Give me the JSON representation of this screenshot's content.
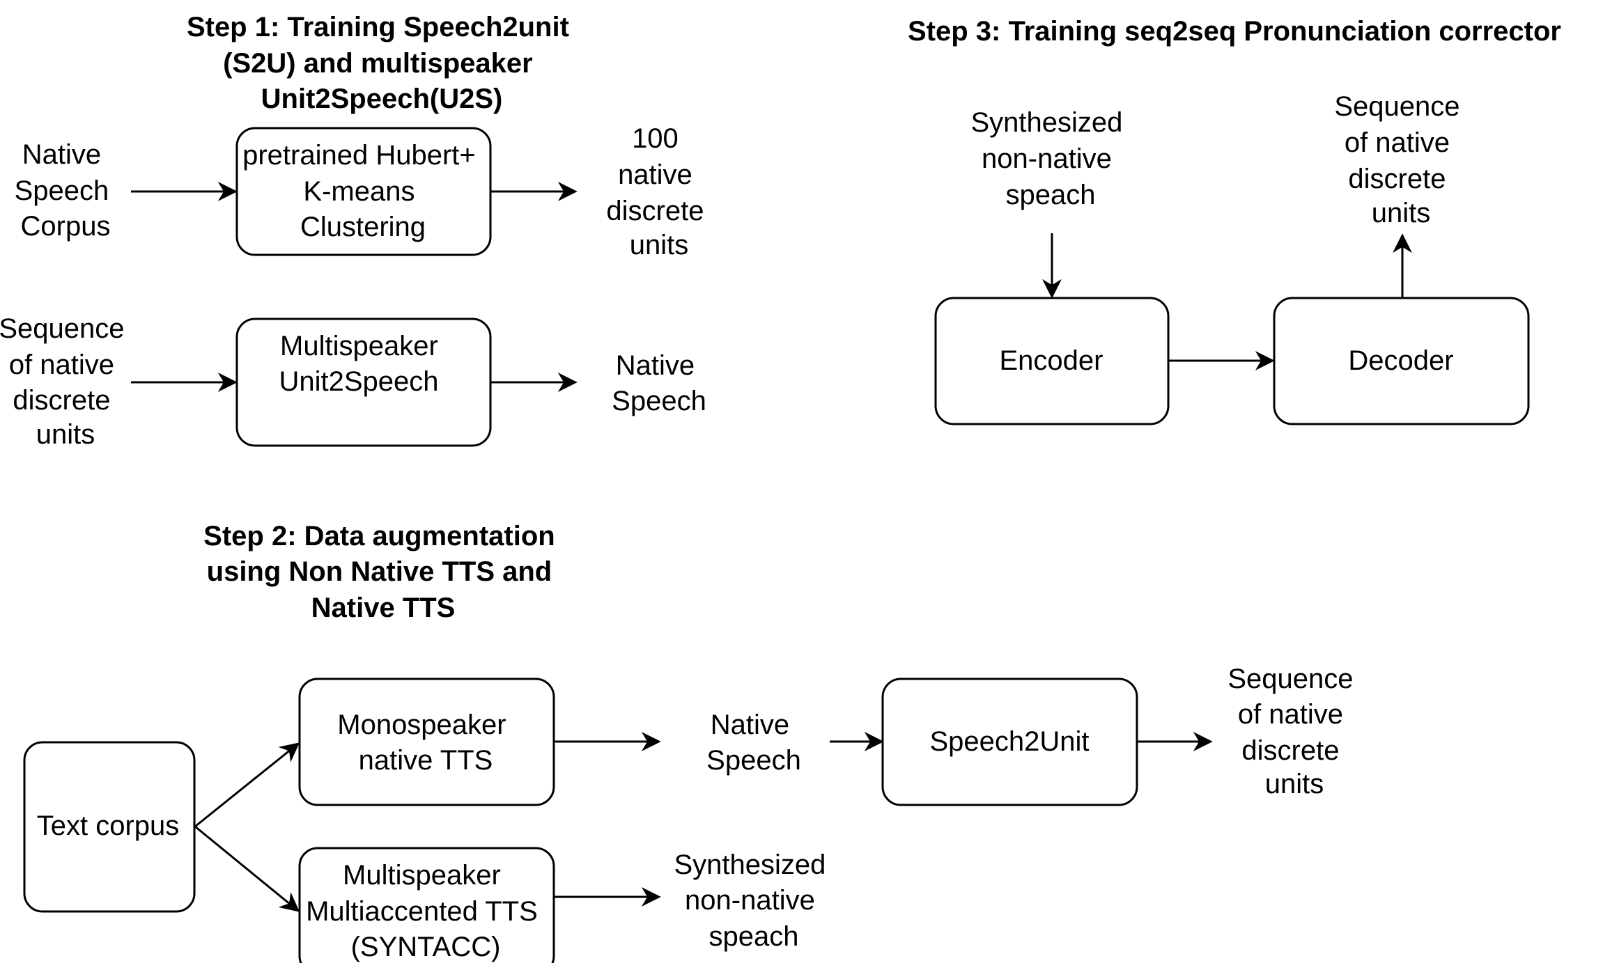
{
  "step1": {
    "title": [
      "Step 1: Training Speech2unit",
      "(S2U) and multispeaker",
      "Unit2Speech(U2S)"
    ],
    "input_corpus": [
      "Native",
      "Speech",
      "Corpus"
    ],
    "box_hubert": [
      "pretrained Hubert+",
      "K-means",
      "Clustering"
    ],
    "output_units": [
      "100",
      "native",
      "discrete",
      "units"
    ],
    "input_sequence": [
      "Sequence",
      "of native",
      "discrete",
      "units"
    ],
    "box_unit2speech": [
      "Multispeaker",
      "Unit2Speech"
    ],
    "output_speech": [
      "Native",
      "Speech"
    ]
  },
  "step2": {
    "title": [
      "Step 2: Data augmentation",
      "using Non Native TTS and",
      "Native TTS"
    ],
    "box_text_corpus": [
      "Text corpus"
    ],
    "box_mono_tts": [
      "Monospeaker",
      "native TTS"
    ],
    "box_multi_tts": [
      "Multispeaker",
      "Multiaccented TTS",
      "(SYNTACC)"
    ],
    "native_speech": [
      "Native",
      "Speech"
    ],
    "box_speech2unit": [
      "Speech2Unit"
    ],
    "output_sequence": [
      "Sequence",
      "of native",
      "discrete",
      "units"
    ],
    "synth_speech": [
      "Synthesized",
      "non-native",
      "speach"
    ]
  },
  "step3": {
    "title": [
      "Step 3: Training seq2seq Pronunciation corrector"
    ],
    "input_synth": [
      "Synthesized",
      "non-native",
      "speach"
    ],
    "box_encoder": [
      "Encoder"
    ],
    "box_decoder": [
      "Decoder"
    ],
    "output_sequence": [
      "Sequence",
      "of native",
      "discrete",
      "units"
    ]
  }
}
